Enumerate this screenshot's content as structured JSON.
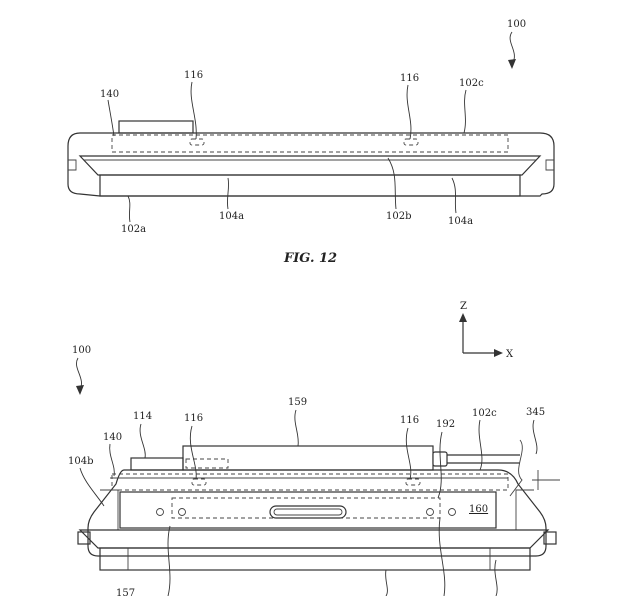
{
  "fig12": {
    "caption": "FIG. 12",
    "labels": {
      "ref_100": "100",
      "ref_116_left": "116",
      "ref_116_right": "116",
      "ref_140": "140",
      "ref_102c": "102c",
      "ref_102a": "102a",
      "ref_104a_mid": "104a",
      "ref_102b": "102b",
      "ref_104a_right": "104a"
    }
  },
  "fig13": {
    "axes": {
      "z": "Z",
      "x": "X"
    },
    "labels": {
      "ref_100": "100",
      "ref_159": "159",
      "ref_114": "114",
      "ref_116_left": "116",
      "ref_116_right": "116",
      "ref_192": "192",
      "ref_102c": "102c",
      "ref_345": "345",
      "ref_140": "140",
      "ref_104b": "104b",
      "ref_160": "160",
      "ref_157": "157"
    }
  }
}
